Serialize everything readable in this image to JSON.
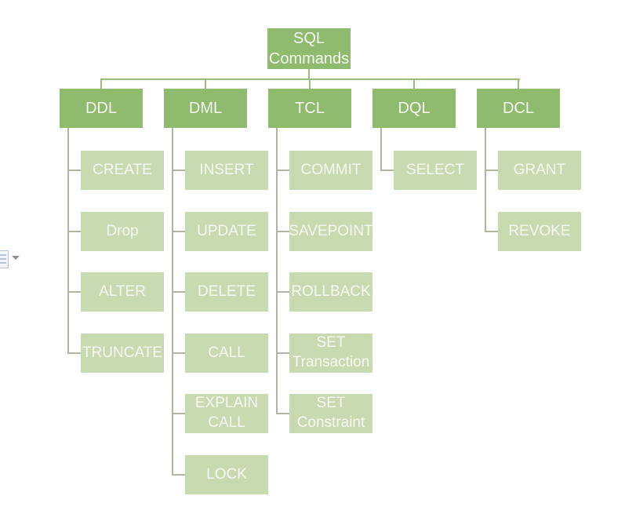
{
  "diagram": {
    "root": {
      "label": "SQL Commands"
    },
    "branches": [
      {
        "label": "DDL",
        "children": [
          "CREATE",
          "Drop",
          "ALTER",
          "TRUNCATE"
        ]
      },
      {
        "label": "DML",
        "children": [
          "INSERT",
          "UPDATE",
          "DELETE",
          "CALL",
          "EXPLAIN CALL",
          "LOCK"
        ]
      },
      {
        "label": "TCL",
        "children": [
          "COMMIT",
          "SAVEPOINT",
          "ROLLBACK",
          "SET Transaction",
          "SET Constraint"
        ]
      },
      {
        "label": "DQL",
        "children": [
          "SELECT"
        ]
      },
      {
        "label": "DCL",
        "children": [
          "GRANT",
          "REVOKE"
        ]
      }
    ],
    "colors": {
      "parent_fill": "#8fbb6f",
      "child_fill": "#c8dbb0",
      "text": "#f5f8f0",
      "connector_top": "#9bba7c",
      "connector_child": "#afb6a4",
      "background": "#ffffff"
    },
    "icons": {
      "object_anchor": "object-anchor-icon",
      "collapse_caret": "collapse-triangle-icon"
    }
  }
}
